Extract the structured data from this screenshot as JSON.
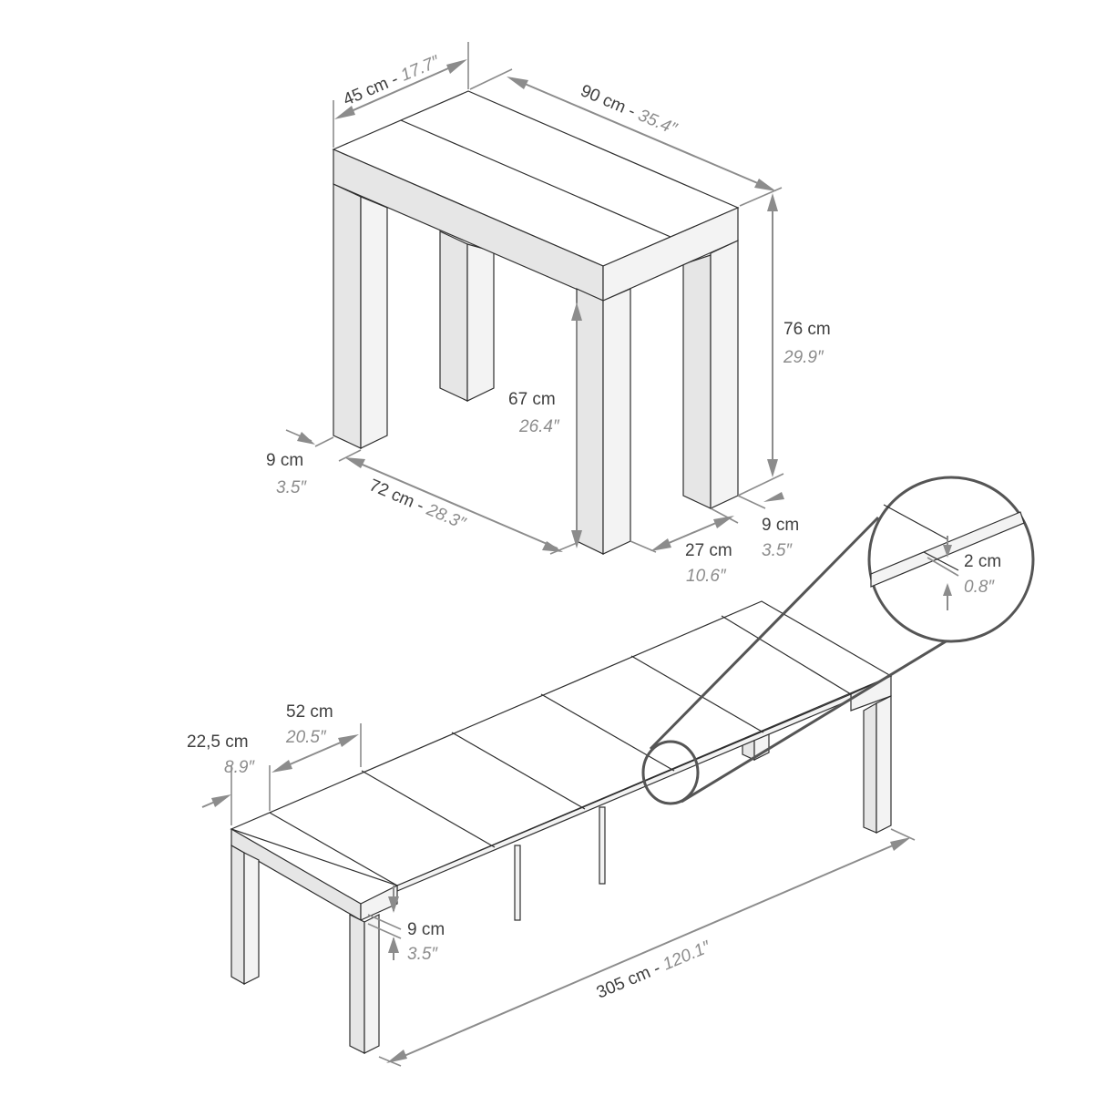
{
  "diagram": {
    "type": "technical-dimension-drawing",
    "subject": "extendable console table",
    "colors": {
      "line": "#2e2e2e",
      "dimension": "#8c8c8c",
      "cm_text": "#3f3f3f",
      "inch_text": "#8c8c8c",
      "face_shade": "#e6e6e6",
      "face_light": "#f3f3f3"
    },
    "closed_view": {
      "dims": {
        "depth": {
          "cm": "45 cm -",
          "inch": "17.7″"
        },
        "width": {
          "cm": "90 cm -",
          "inch": "35.4″"
        },
        "height": {
          "cm": "76 cm",
          "inch": "29.9″"
        },
        "clearance": {
          "cm": "67 cm",
          "inch": "26.4″"
        },
        "leg_left": {
          "cm": "9 cm",
          "inch": "3.5″"
        },
        "inner_span": {
          "cm": "72 cm -",
          "inch": "28.3″"
        },
        "leg_right": {
          "cm": "9 cm",
          "inch": "3.5″"
        },
        "leg_gap": {
          "cm": "27 cm",
          "inch": "10.6″"
        }
      }
    },
    "detail_view": {
      "dims": {
        "leaf_thickness": {
          "cm": "2 cm",
          "inch": "0.8″"
        }
      }
    },
    "extended_view": {
      "leaf_count": 5,
      "dims": {
        "end_piece": {
          "cm": "22,5 cm",
          "inch": "8.9″"
        },
        "leaf": {
          "cm": "52 cm",
          "inch": "20.5″"
        },
        "apron": {
          "cm": "9 cm",
          "inch": "3.5″"
        },
        "total_length": {
          "cm": "305 cm -",
          "inch": "120.1″"
        }
      }
    }
  }
}
